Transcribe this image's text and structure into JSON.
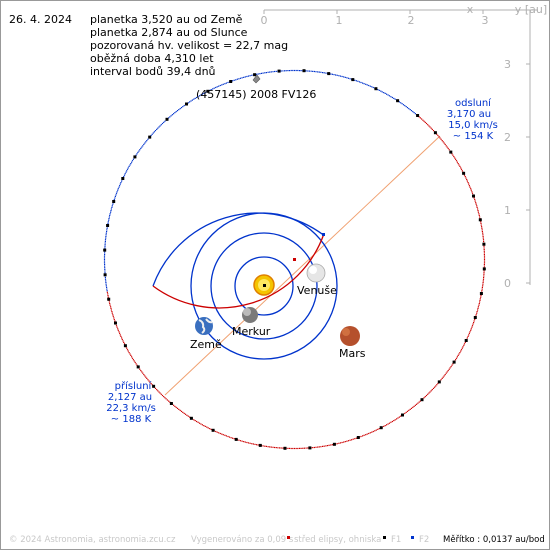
{
  "date": "26. 4. 2024",
  "info": [
    "planetka 3,520 au od Země",
    "planetka 2,874 au od Slunce",
    "pozorovaná hv. velikost = 22,7 mag",
    "oběžná doba 4,310 let",
    "interval bodů 39,4 dnů"
  ],
  "asteroid_name": "(457145) 2008 FV126",
  "axes": {
    "x_label": "x",
    "y_label": "y",
    "unit": "[au]",
    "x_ticks": [
      "0",
      "1",
      "2",
      "3"
    ],
    "y_ticks": [
      "3",
      "2",
      "1",
      "0"
    ]
  },
  "aphelion": [
    "odsluní",
    "3,170 au",
    "15,0 km/s",
    "~ 154 K"
  ],
  "perihelion": [
    "přísluní",
    "2,127 au",
    "22,3 km/s",
    "~ 188 K"
  ],
  "planets": {
    "merkur": "Merkur",
    "venuse": "Venuše",
    "zeme": "Země",
    "mars": "Mars"
  },
  "footer": {
    "copyright": "© 2024 Astronomia, astronomia.zcu.cz",
    "generated": "Vygenerováno za 0,09 s",
    "legend_center": "střed elipsy, ohniska",
    "f1": "F1",
    "f2": "F2",
    "scale": "Měřítko : 0,0137 au/bod"
  },
  "colors": {
    "orbit_planet": "#0033cc",
    "orbit_red": "#cc0000",
    "label_blue": "#0033cc",
    "apsis_line": "#f0a070",
    "axis_grey": "#b0b0b0"
  }
}
